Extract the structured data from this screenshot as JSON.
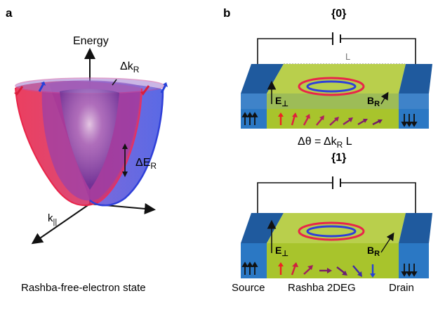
{
  "panel_a": {
    "label": "a",
    "energy_axis": "Energy",
    "dk_main": "Δk",
    "dk_sub": "R",
    "de_main": "ΔE",
    "de_sub": "R",
    "k_main": "k",
    "k_sub": "||",
    "caption": "Rashba-free-electron state"
  },
  "panel_b": {
    "label": "b",
    "state0": "{0}",
    "state1": "{1}",
    "length_label": "L",
    "e_main": "E",
    "e_sub": "⊥",
    "b_main": "B",
    "b_sub": "R",
    "phase_a": "Δθ = Δk",
    "phase_sub": "R",
    "phase_b": " L",
    "caption_source": "Source",
    "caption_channel": "Rashba 2DEG",
    "caption_drain": "Drain"
  },
  "colors": {
    "red_band": "#e8254a",
    "blue_band": "#3d4fe0",
    "purple_band": "#8a3fb8",
    "contact_blue": "#2b78c4",
    "channel_green": "#a8c42c"
  }
}
